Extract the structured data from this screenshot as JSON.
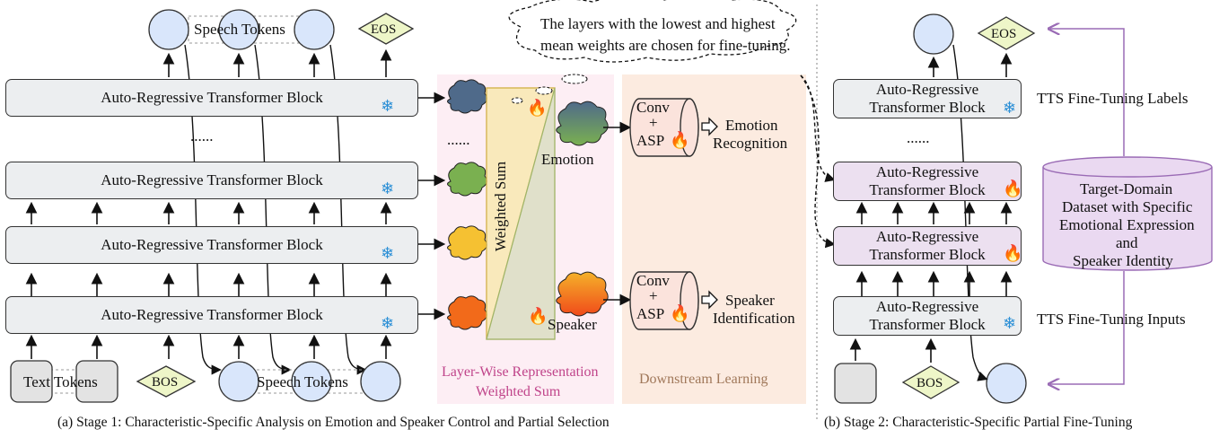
{
  "stage1": {
    "block_label": "Auto-Regressive Transformer Block",
    "dots": "......",
    "speech_tokens_top": "Speech Tokens",
    "eos": "EOS",
    "text_tokens": "Text Tokens",
    "bos": "BOS",
    "speech_tokens_bottom": "Speech Tokens",
    "weighted_sum": "Weighted Sum",
    "emotion": "Emotion",
    "speaker": "Speaker",
    "conv": "Conv",
    "plus": "+",
    "asp": "ASP",
    "emotion_recognition": [
      "Emotion",
      "Recognition"
    ],
    "speaker_identification": [
      "Speaker",
      "Identification"
    ],
    "layer_wise_label": [
      "Layer-Wise Representation",
      "Weighted Sum"
    ],
    "downstream_label": "Downstream Learning",
    "thought": [
      "The layers with the lowest and highest",
      "mean weights are chosen for fine-tuning."
    ],
    "caption": "(a) Stage 1: Characteristic-Specific Analysis on Emotion and Speaker Control and Partial Selection"
  },
  "stage2": {
    "block_line1": "Auto-Regressive",
    "block_line2": "Transformer Block",
    "dots": "......",
    "eos": "EOS",
    "bos": "BOS",
    "tts_labels": "TTS Fine-Tuning Labels",
    "tts_inputs": "TTS Fine-Tuning Inputs",
    "dataset": [
      "Target-Domain",
      "Dataset with Specific",
      "Emotional Expression",
      "and",
      "Speaker Identity"
    ],
    "caption": "(b) Stage 2: Characteristic-Specific Partial Fine-Tuning"
  },
  "icons": {
    "frozen": "snowflake-icon",
    "trainable": "flame-icon"
  },
  "colors": {
    "block": "#eceef0",
    "block_tuned": "#ece0f0",
    "token": "#d9e6fb",
    "eos": "#eef6c8",
    "panel_pink": "#fdeef4",
    "panel_tan": "#fcebe0",
    "dataset": "#ead9f1",
    "purple": "#9a6bb5"
  }
}
